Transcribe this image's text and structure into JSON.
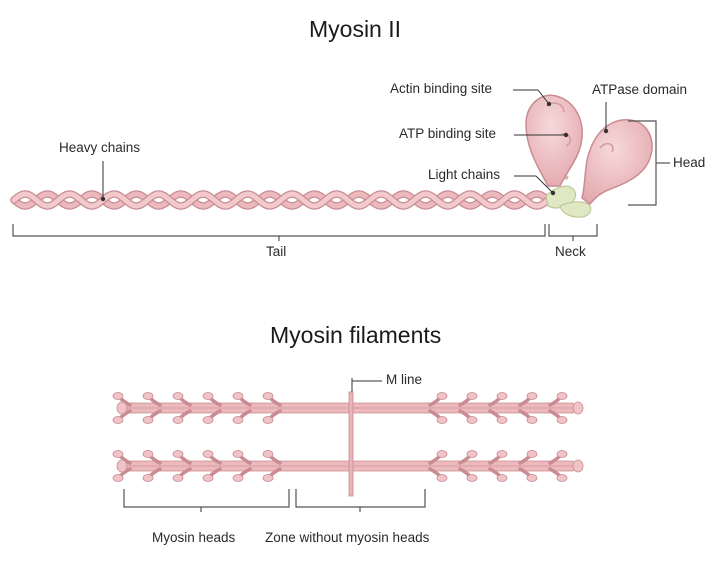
{
  "myosin_ii": {
    "title": "Myosin II",
    "labels": {
      "actin_binding_site": "Actin binding site",
      "atpase_domain": "ATPase domain",
      "atp_binding_site": "ATP binding site",
      "heavy_chains": "Heavy chains",
      "head": "Head",
      "light_chains": "Light chains",
      "tail": "Tail",
      "neck": "Neck"
    }
  },
  "myosin_filaments": {
    "title": "Myosin filaments",
    "labels": {
      "m_line": "M line",
      "myosin_heads": "Myosin heads",
      "zone_without_heads": "Zone without myosin heads"
    }
  },
  "colors": {
    "strand_fill": "#ecb9bd",
    "strand_stroke": "#c98c92",
    "head_fill": "#f0c4c7",
    "light_chain": "#dfe8c2",
    "bracket": "#555555"
  }
}
